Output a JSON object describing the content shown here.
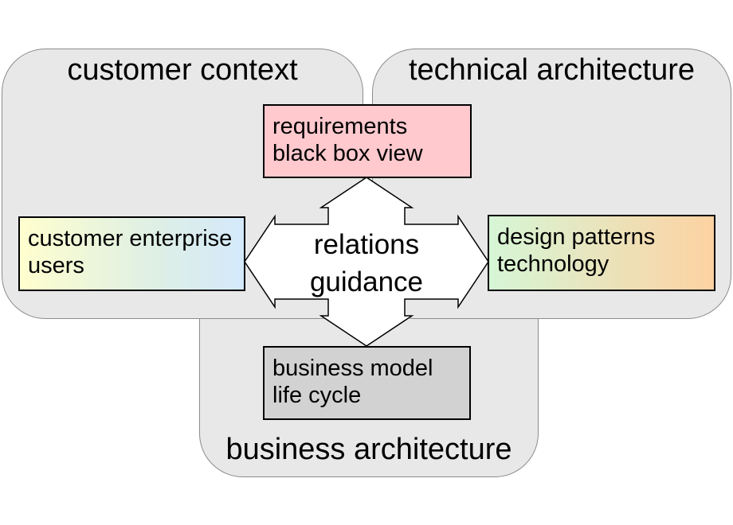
{
  "diagram": {
    "regions": {
      "customer_context": {
        "label": "customer context"
      },
      "technical_architecture": {
        "label": "technical architecture"
      },
      "business_architecture": {
        "label": "business architecture"
      }
    },
    "boxes": {
      "requirements": {
        "lines": [
          "requirements",
          "black box view"
        ]
      },
      "customer": {
        "lines": [
          "customer enterprise",
          "users"
        ]
      },
      "design": {
        "lines": [
          "design patterns",
          "technology"
        ]
      },
      "business_model": {
        "lines": [
          "business model",
          "life cycle"
        ]
      }
    },
    "center": {
      "lines": [
        "relations",
        "guidance"
      ]
    },
    "colors": {
      "page_bg": "#ffffff",
      "region_fill": "#e8e8e8",
      "region_border": "#8c8c8c",
      "requirements_fill": "#ffc9ce",
      "customer_gradient": [
        "#ffffcf",
        "#e0f0e2",
        "#d4e9fb"
      ],
      "design_gradient": [
        "#d6f6d6",
        "#fdd2a2"
      ],
      "business_model_fill": "#d2d2d2",
      "box_border": "#000000",
      "arrow_fill": "#ffffff",
      "arrow_border": "#000000",
      "text": "#000000"
    }
  }
}
